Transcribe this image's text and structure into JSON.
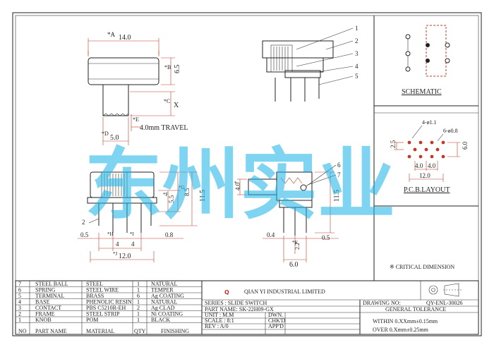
{
  "drawing": {
    "top_view": {
      "dim_a_label": "*A",
      "dim_a_value": "14.0",
      "dim_b_label": "*B",
      "dim_b_value": "6.5",
      "dim_c_label": "*C",
      "dim_c_value": "X",
      "dim_e_label": "*E",
      "travel": "4.0mm TRAVEL",
      "dim_d_label": "*D",
      "dim_d_value": "5.0"
    },
    "side_callouts": [
      "1",
      "2",
      "3",
      "4",
      "5"
    ],
    "front_view": {
      "left_pin_label": "2",
      "f_label": "*F",
      "f_value": "5.5",
      "g_label": "*G",
      "g_value": "8.5",
      "height_value": "11.5",
      "left_offset": "0.5",
      "h_label": "*H",
      "pitch_a": "4",
      "i_label": "*I",
      "pitch_b": "4",
      "pin_width": "0.8",
      "j_label": "*J",
      "overall": "12.0"
    },
    "end_view": {
      "callout_6": "6",
      "callout_7": "7",
      "knob_height": "4.0",
      "knob_height_label": "*",
      "height_value": "11.5",
      "left_value": "0.4",
      "right_value": "0.5",
      "k_label": "*K",
      "k_value": "2.2",
      "width_value": "6.0"
    },
    "schematic_title": "SCHEMATIC",
    "pcb": {
      "hole_label": "4-ø1.1",
      "hole_label_2": "6-ø0.8",
      "left_value": "2.5",
      "right_value": "6.0",
      "pitch_1": "4.0",
      "pitch_2": "4.0",
      "width_value": "12.0",
      "title": "P.C.B.LAYOUT"
    },
    "critical_note": "※ CRITICAL  DIMENSION",
    "watermark": "东州实业"
  },
  "title_block": {
    "bom": [
      {
        "no": "7",
        "part": "STEEL BALL",
        "material": "STEEL",
        "qty": "1",
        "finishing": "NATURAL"
      },
      {
        "no": "6",
        "part": "SPRING",
        "material": "STEEL WIRE",
        "qty": "1",
        "finishing": "TEMPER"
      },
      {
        "no": "5",
        "part": "TERMINAL",
        "material": "BRASS",
        "qty": "6",
        "finishing": "Ag COATING"
      },
      {
        "no": "4",
        "part": "BASE",
        "material": "PHENOLIC RESIN",
        "qty": "1",
        "finishing": "NATURAL"
      },
      {
        "no": "3",
        "part": "CONTACT",
        "material": "PBS C5210R-EH",
        "qty": "2",
        "finishing": "Ag CLAD"
      },
      {
        "no": "2",
        "part": "FRAME",
        "material": "STEEL STRIP",
        "qty": "1",
        "finishing": "Ni COATING"
      },
      {
        "no": "1",
        "part": "KNOB",
        "material": "POM",
        "qty": "1",
        "finishing": "BLACK"
      }
    ],
    "bom_header": {
      "no": "NO",
      "part": "PART NAME",
      "material": "MATERIAL",
      "qty": "QTY",
      "finishing": "FINISHING"
    },
    "company": "QIAN YI INDUSTRIAL LIMITED",
    "series": "SERIES : SLIDE SWITCH",
    "part_name": "PART NAME: SK-22H09-GX",
    "unit": "UNIT : M.M",
    "scale": "SCALE : 8:1",
    "rev": "REV  : A/0",
    "dwn": "DWN.",
    "chkd": "CHK'D",
    "appd": "APP'D",
    "drawing_no_label": "DRAWING NO:",
    "drawing_no": "QY-ENL-30026",
    "tolerance_title": "GENERAL TOLERANCE",
    "tolerance_1": "WITHIN 0.XXmm±0.15mm",
    "tolerance_2": "OVER   0.Xmm±0.25mm"
  }
}
